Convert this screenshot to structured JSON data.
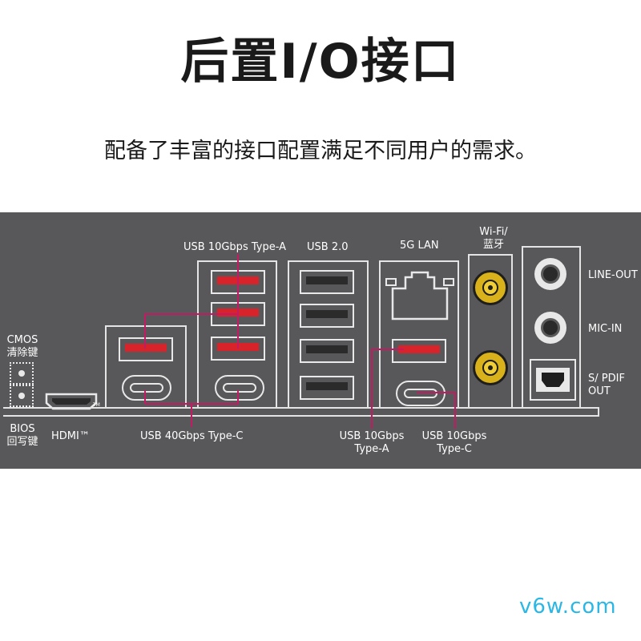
{
  "title": "后置I/O接口",
  "subtitle": "配备了丰富的接口配置满足不同用户的需求。",
  "watermark": "v6w.com",
  "labels": {
    "cmos": "CMOS",
    "cmos_sub": "清除键",
    "bios": "BIOS",
    "bios_sub": "回写键",
    "hdmi": "HDMI™",
    "usb40c": "USB 40Gbps Type-C",
    "usb10a_top": "USB 10Gbps Type-A",
    "usb20": "USB 2.0",
    "lan": "5G LAN",
    "wifi_line1": "Wi-Fi/",
    "wifi_line2": "蓝牙",
    "usb10a_bottom_line1": "USB 10Gbps",
    "usb10a_bottom_line2": "Type-A",
    "usb10c_line1": "USB 10Gbps",
    "usb10c_line2": "Type-C",
    "line_out": "LINE-OUT",
    "mic_in": "MIC-IN",
    "spdif_line1": "S/ PDIF",
    "spdif_line2": "OUT",
    "hdmi_tm_small": "TM"
  },
  "colors": {
    "panel": "#58585a",
    "usb_red": "#d8232a",
    "callout_line": "#c21b63",
    "antenna_gold": "#d9b21b",
    "watermark": "#2ab7e6"
  }
}
